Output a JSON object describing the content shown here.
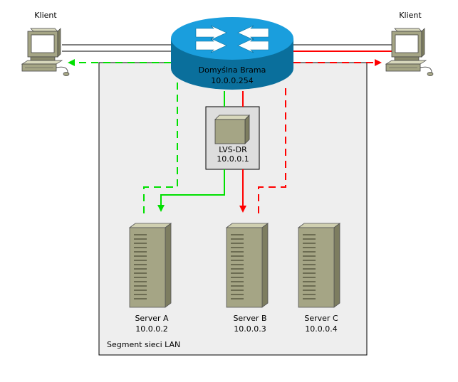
{
  "clients": {
    "left_label": "Klient",
    "right_label": "Klient"
  },
  "gateway": {
    "name": "Domyślna Brama",
    "ip": "10.0.0.254"
  },
  "director": {
    "name": "LVS-DR",
    "ip": "10.0.0.1"
  },
  "servers": [
    {
      "name": "Server A",
      "ip": "10.0.0.2"
    },
    {
      "name": "Server B",
      "ip": "10.0.0.3"
    },
    {
      "name": "Server C",
      "ip": "10.0.0.4"
    }
  ],
  "lan": {
    "label": "Segment sieci LAN"
  },
  "colors": {
    "request_path": "#ff0000",
    "response_path": "#00e000",
    "router_top": "#1a9edd",
    "router_side": "#0a6f9c",
    "server_body": "#a5a585",
    "lan_background": "#eeeeee"
  },
  "icons": [
    "workstation-icon",
    "router-icon",
    "server-tower-icon",
    "appliance-box-icon"
  ]
}
